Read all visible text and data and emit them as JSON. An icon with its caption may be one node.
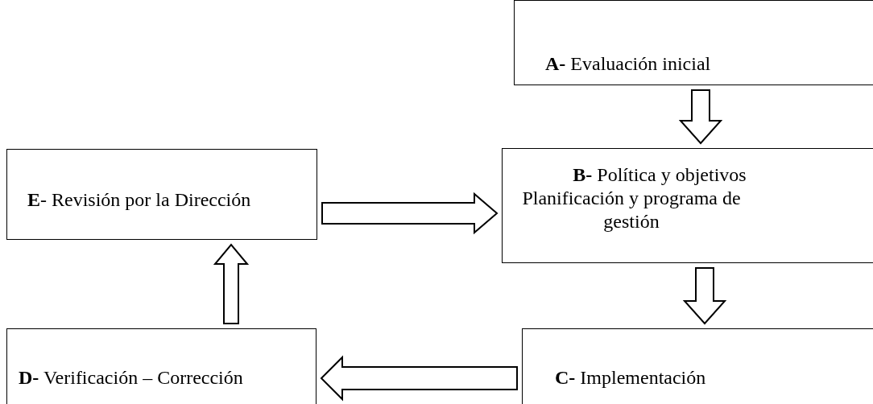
{
  "diagram": {
    "nodes": [
      {
        "text": [
          "**A-** Evaluación inicial"
        ]
      },
      {
        "text": [
          "**B-** Política y objetivos",
          "Planificación y programa de gestión"
        ]
      },
      {
        "text": [
          "**C-** Implementación"
        ]
      },
      {
        "text": [
          "**D-** Verificación – Corrección"
        ]
      },
      {
        "text": [
          "**E**- Revisión por la Dirección"
        ]
      }
    ],
    "edges": [
      {
        "from": 0,
        "to": 1,
        "arrow": "to"
      },
      {
        "from": 4,
        "to": 1,
        "arrow": "to"
      },
      {
        "from": 1,
        "to": 2,
        "arrow": "to"
      },
      {
        "from": 2,
        "to": 3,
        "arrow": "to"
      },
      {
        "from": 3,
        "to": 4,
        "arrow": "to"
      }
    ]
  }
}
